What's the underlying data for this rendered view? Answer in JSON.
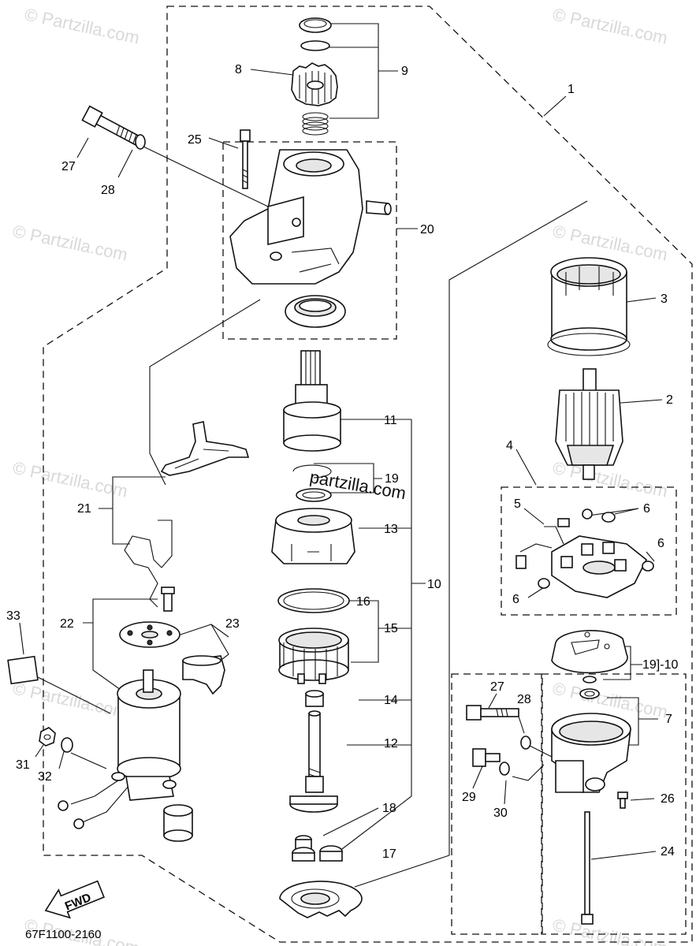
{
  "diagram": {
    "code": "67F1100-2160",
    "brand_overlay": "partzilla.com",
    "watermark": "© Partzilla.com",
    "fwd_label": "FWD",
    "callouts": {
      "c1": "1",
      "c2": "2",
      "c3": "3",
      "c4": "4",
      "c5": "5",
      "c6a": "6",
      "c6b": "6",
      "c6c": "6",
      "c6d": "6",
      "c7": "7",
      "c8": "8",
      "c9": "9",
      "c10": "10",
      "c11": "11",
      "c12": "12",
      "c13": "13",
      "c14": "14",
      "c15": "15",
      "c16": "16",
      "c17": "17",
      "c18": "18",
      "c19": "19",
      "c19_10": "19]-10",
      "c20": "20",
      "c21": "21",
      "c22": "22",
      "c23": "23",
      "c24": "24",
      "c25": "25",
      "c26": "26",
      "c27a": "27",
      "c27b": "27",
      "c28a": "28",
      "c28b": "28",
      "c29": "29",
      "c30": "30",
      "c31": "31",
      "c32": "32",
      "c33": "33"
    }
  }
}
